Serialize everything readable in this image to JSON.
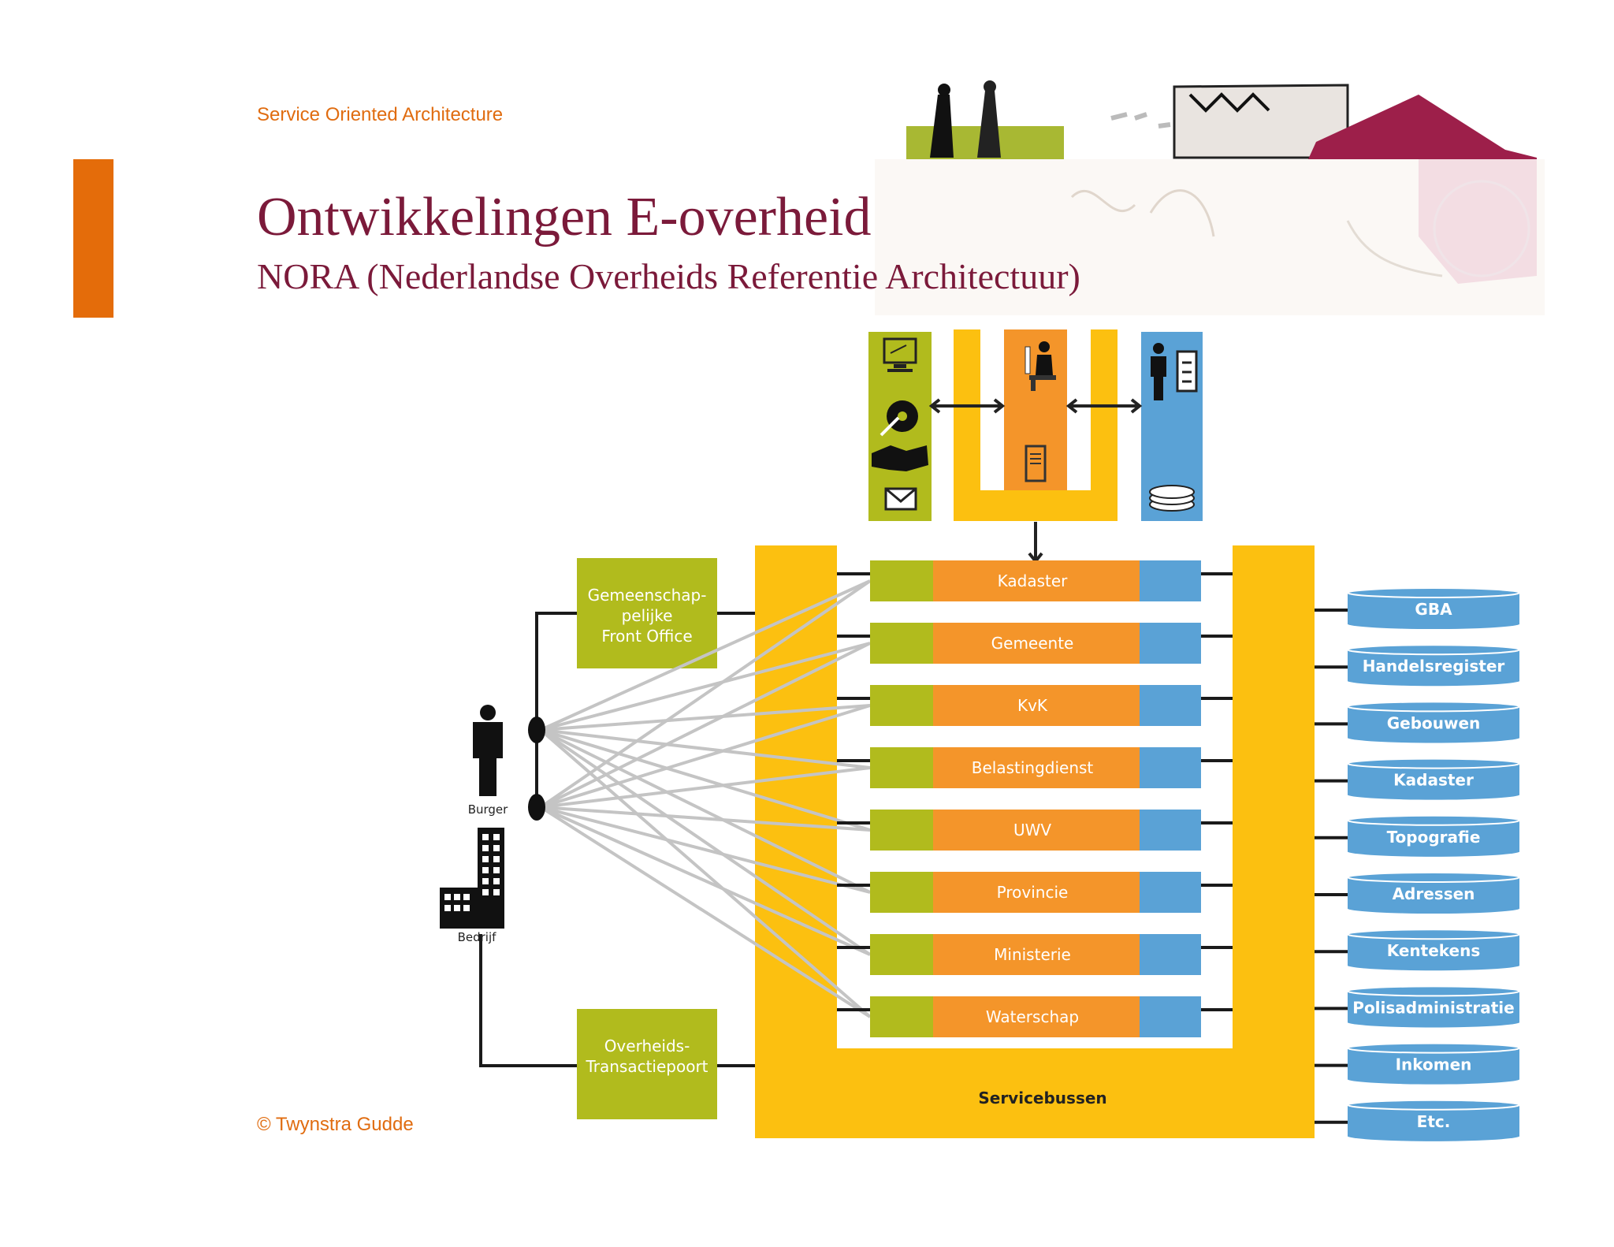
{
  "header": {
    "section_label": "Service Oriented Architecture",
    "title": "Ontwikkelingen E-overheid",
    "subtitle": "NORA (Nederlandse Overheids Referentie Architectuur)",
    "copyright": "© Twynstra Gudde"
  },
  "diagram": {
    "front_office_top": [
      "Gemeenschap-",
      "pelijke",
      "Front Office"
    ],
    "front_office_bottom": [
      "Overheids-",
      "Transactiepoort"
    ],
    "actor_citizen": "Burger",
    "actor_business": "Bedrijf",
    "bus_label": "Servicebussen",
    "organisations": [
      "Kadaster",
      "Gemeente",
      "KvK",
      "Belastingdienst",
      "UWV",
      "Provincie",
      "Ministerie",
      "Waterschap"
    ],
    "registers": [
      "GBA",
      "Handelsregister",
      "Gebouwen",
      "Kadaster",
      "Topografie",
      "Adressen",
      "Kentekens",
      "Polisadministratie",
      "Inkomen",
      "Etc."
    ]
  },
  "colors": {
    "green": "#b1bb1d",
    "orange": "#f4952a",
    "yellow": "#fcc010",
    "blue": "#5aa2d6",
    "title": "#7b1a3a",
    "accent": "#e46c0a"
  }
}
